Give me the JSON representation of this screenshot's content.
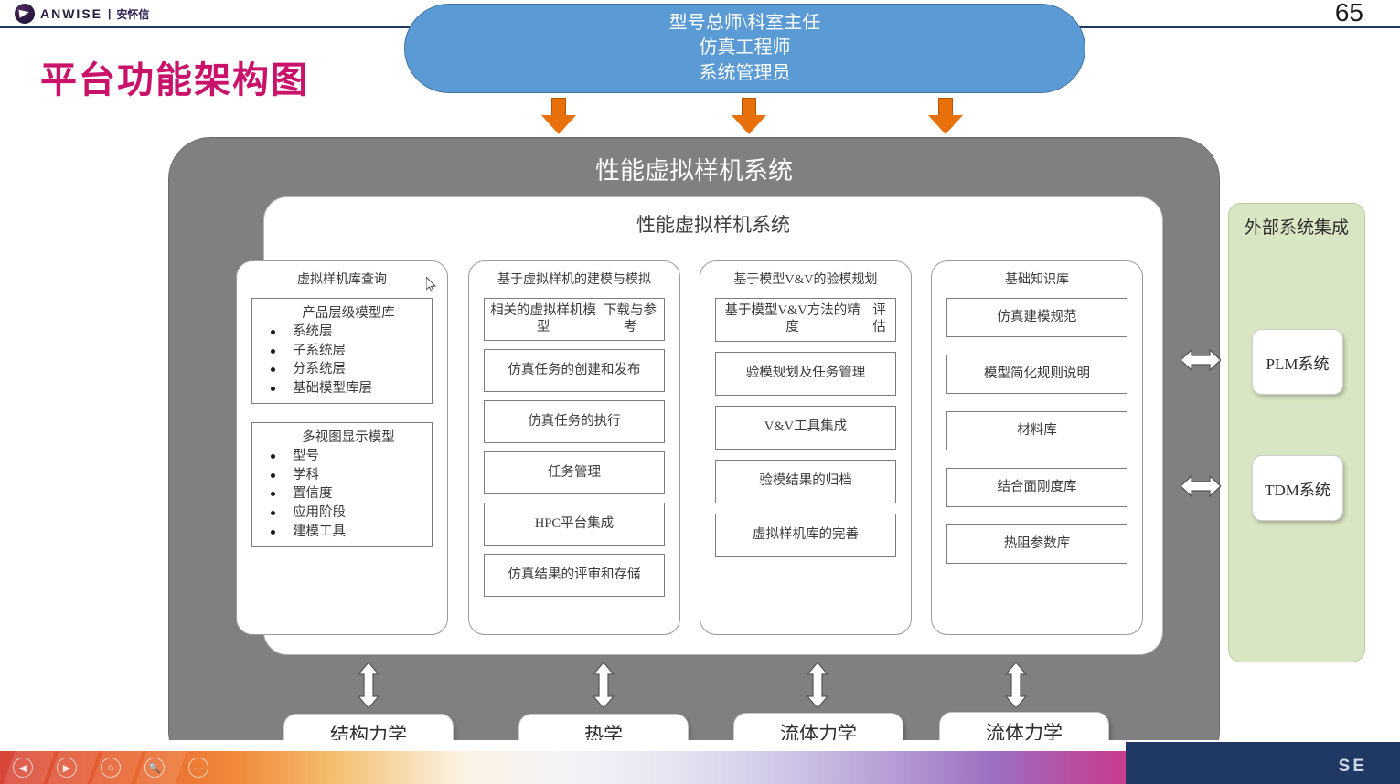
{
  "header": {
    "logo_text": "ANWISE",
    "logo_separator": "|",
    "logo_cn": "安怀信",
    "page_number": "65"
  },
  "slide": {
    "title": "平台功能架构图"
  },
  "role_box": {
    "lines": [
      "型号总师\\科室主任",
      "仿真工程师",
      "系统管理员"
    ],
    "color": "#5B9BD5"
  },
  "arrows": {
    "down_arrow_color": "#E8700A",
    "down_arrow_count": 3
  },
  "system": {
    "outer_title": "性能虚拟样机系统",
    "inner_title": "性能虚拟样机系统",
    "outer_color": "#808080"
  },
  "columns": [
    {
      "title": "虚拟样机库查询",
      "type": "bullets",
      "groups": [
        {
          "heading": "产品层级模型库",
          "items": [
            "系统层",
            "子系统层",
            "分系统层",
            "基础模型库层"
          ]
        },
        {
          "heading": "多视图显示模型",
          "items": [
            "型号",
            "学科",
            "置信度",
            "应用阶段",
            "建模工具"
          ]
        }
      ]
    },
    {
      "title": "基于虚拟样机的建模与模拟",
      "type": "cards",
      "items": [
        "相关的虚拟样机模型\n下载与参考",
        "仿真任务的创建和发布",
        "仿真任务的执行",
        "任务管理",
        "HPC平台集成",
        "仿真结果的评审和存储"
      ]
    },
    {
      "title": "基于模型V&V的验模规划",
      "type": "cards",
      "items": [
        "基于模型V&V方法的精度\n评估",
        "验模规划及任务管理",
        "V&V工具集成",
        "验模结果的归档",
        "虚拟样机库的完善"
      ]
    },
    {
      "title": "基础知识库",
      "type": "cards",
      "items": [
        "仿真建模规范",
        "模型简化规则说明",
        "材料库",
        "结合面刚度库",
        "热阻参数库"
      ]
    }
  ],
  "external": {
    "title": "外部系统集成",
    "color": "#D9E6C3",
    "systems": [
      "PLM系统",
      "TDM系统"
    ]
  },
  "disciplines": [
    "结构力学",
    "热学",
    "流体力学",
    "流体力学"
  ],
  "taskbar": {
    "icons": [
      "back-icon",
      "forward-icon",
      "home-icon",
      "search-icon",
      "more-icon"
    ],
    "brand_fragment": "SE"
  }
}
